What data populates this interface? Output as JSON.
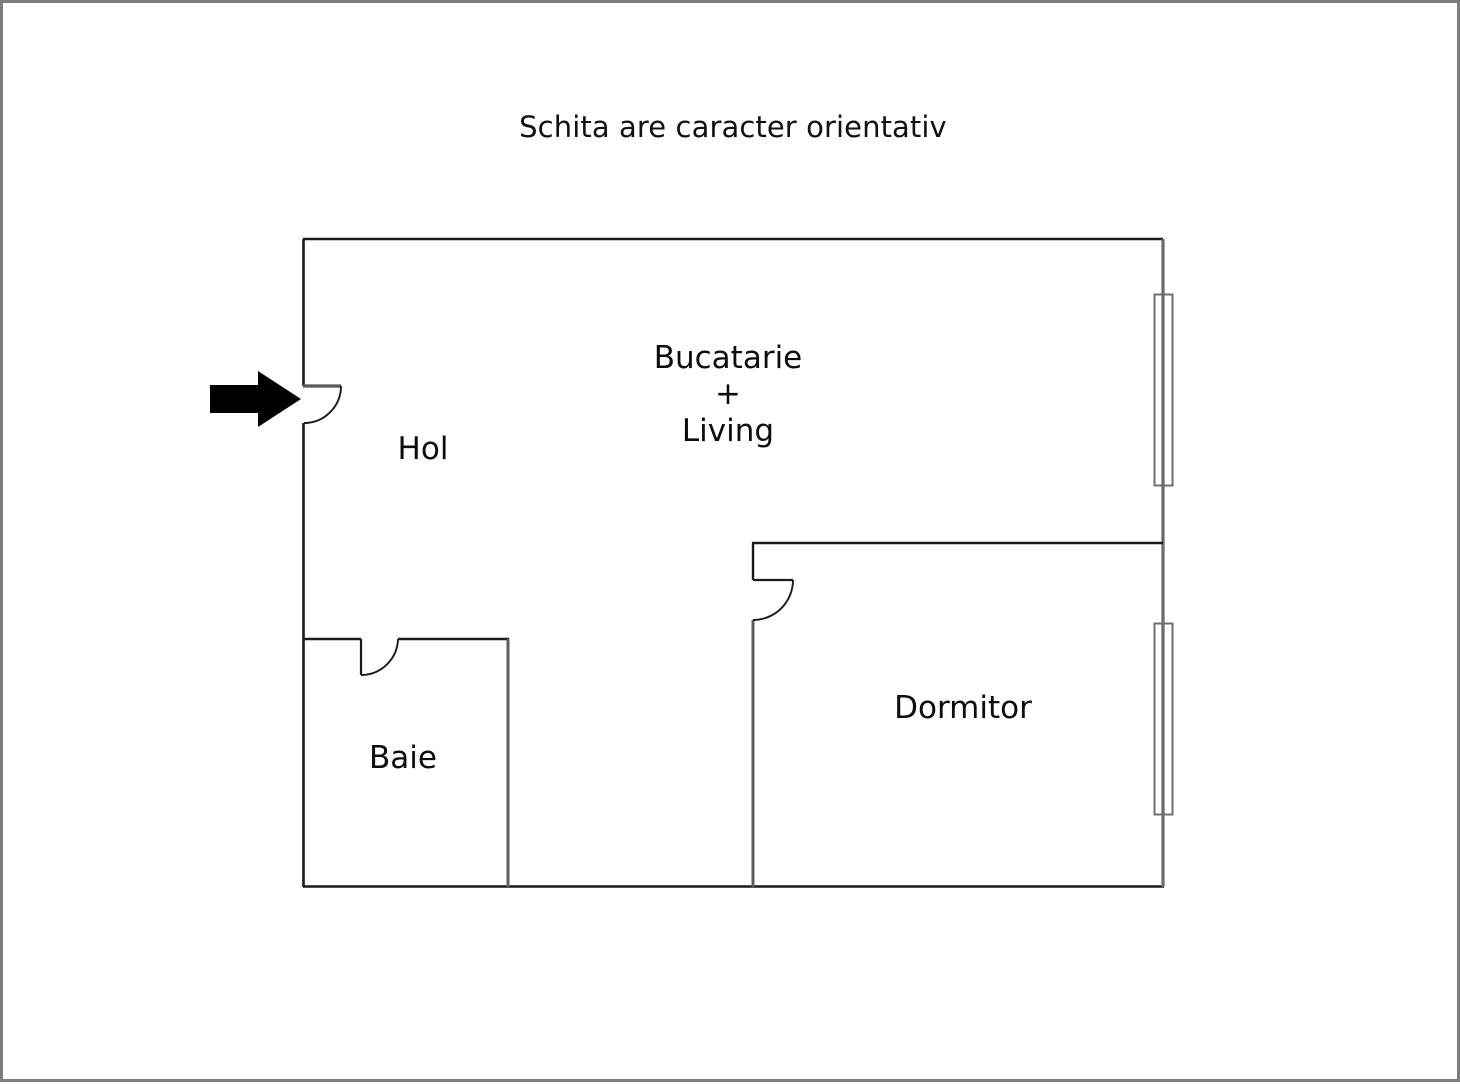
{
  "page": {
    "title": "Schita are caracter orientativ",
    "background_color": "#ffffff",
    "border_color": "#7d7d7d",
    "wall_color": "#555555",
    "wall_color_dark": "#111111",
    "arrow_color": "#000000",
    "window_color": "#6f6f6f"
  },
  "rooms": {
    "hol": {
      "label": "Hol"
    },
    "bucatarie_living": {
      "line1": "Bucatarie",
      "line2": "+",
      "line3": "Living"
    },
    "baie": {
      "label": "Baie"
    },
    "dormitor": {
      "label": "Dormitor"
    }
  },
  "symbols": {
    "entrance_arrow": "entrance-arrow",
    "entrance_door": "door-swing",
    "bathroom_door": "door-swing",
    "bedroom_door": "door-swing",
    "window_living": "window-symbol",
    "window_dormitor": "window-symbol"
  }
}
